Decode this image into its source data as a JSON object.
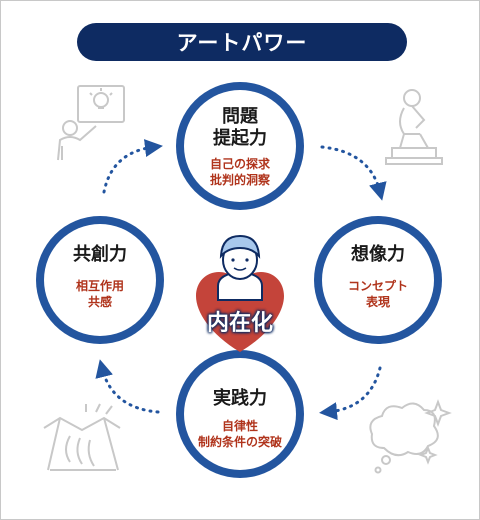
{
  "title": "アートパワー",
  "center": {
    "label": "内在化"
  },
  "nodes": {
    "top": {
      "main": [
        "問題",
        "提起力"
      ],
      "sub": [
        "自己の探求",
        "批判的洞察"
      ]
    },
    "right": {
      "main": [
        "想像力"
      ],
      "sub": [
        "コンセプト",
        "表現"
      ]
    },
    "bottom": {
      "main": [
        "実践力"
      ],
      "sub": [
        "自律性",
        "制約条件の突破"
      ]
    },
    "left": {
      "main": [
        "共創力"
      ],
      "sub": [
        "相互作用",
        "共感"
      ]
    }
  },
  "colors": {
    "navy": "#0e2b62",
    "ring_blue": "#23559f",
    "accent_red": "#b0341c",
    "heart_red": "#c4443a",
    "icon_gray": "#c8c8c8"
  },
  "icons": [
    "presenter-idea-icon",
    "thinker-statue-icon",
    "thought-cloud-sparkle-icon",
    "handshake-icon",
    "person-avatar-icon",
    "heart-icon"
  ]
}
